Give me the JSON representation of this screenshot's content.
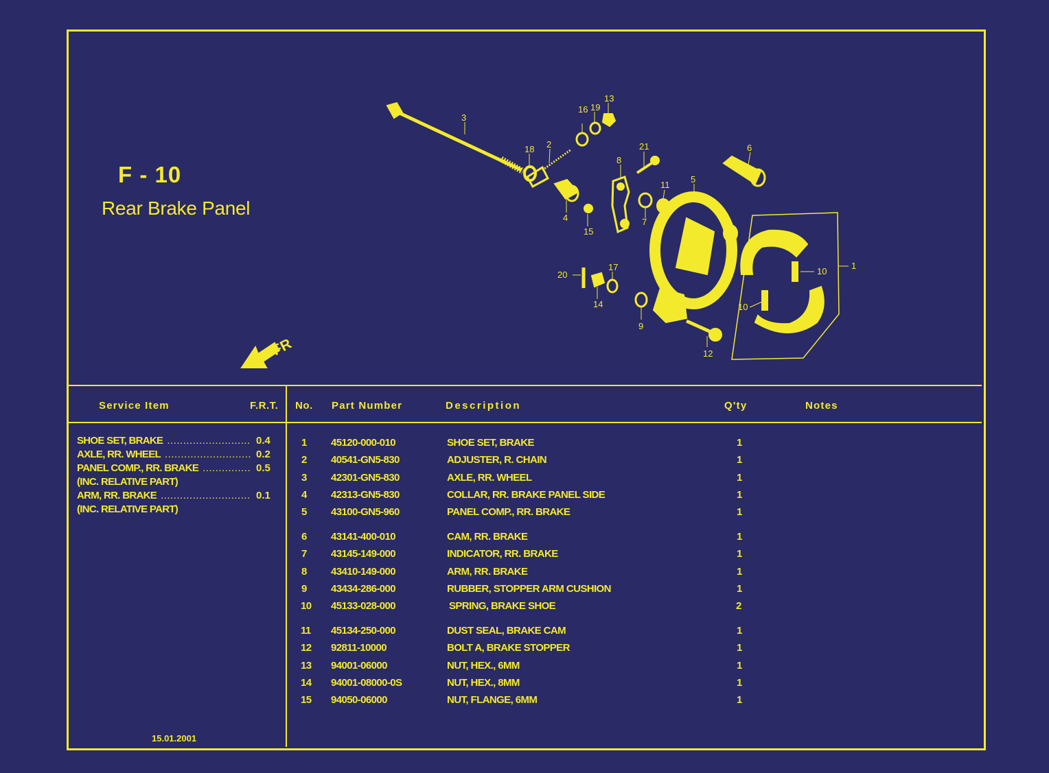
{
  "page": {
    "code": "F - 10",
    "title": "Rear Brake Panel",
    "date": "15.01.2001",
    "fr_label": "FR"
  },
  "colors": {
    "background": "#292a66",
    "ink": "#f4ea2c"
  },
  "diagram_callouts": [
    "1",
    "2",
    "3",
    "4",
    "5",
    "6",
    "7",
    "8",
    "9",
    "10",
    "10",
    "11",
    "12",
    "13",
    "14",
    "15",
    "16",
    "17",
    "18",
    "19",
    "20",
    "21"
  ],
  "headers": {
    "service_item": "Service Item",
    "frt": "F.R.T.",
    "no": "No.",
    "part_number": "Part Number",
    "description": "Description",
    "qty": "Q'ty",
    "notes": "Notes"
  },
  "service_items": [
    {
      "name": "SHOE SET, BRAKE",
      "frt": "0.4"
    },
    {
      "name": "AXLE, RR. WHEEL",
      "frt": "0.2"
    },
    {
      "name": "PANEL COMP., RR. BRAKE",
      "frt": "0.5"
    },
    {
      "name": "(INC. RELATIVE PART)",
      "frt": ""
    },
    {
      "name": "ARM, RR. BRAKE",
      "frt": "0.1"
    },
    {
      "name": "(INC. RELATIVE PART)",
      "frt": ""
    }
  ],
  "parts": [
    {
      "no": "1",
      "part": "45120-000-010",
      "desc": "SHOE SET, BRAKE",
      "qty": "1"
    },
    {
      "no": "2",
      "part": "40541-GN5-830",
      "desc": "ADJUSTER, R. CHAIN",
      "qty": "1"
    },
    {
      "no": "3",
      "part": "42301-GN5-830",
      "desc": "AXLE, RR. WHEEL",
      "qty": "1"
    },
    {
      "no": "4",
      "part": "42313-GN5-830",
      "desc": "COLLAR, RR. BRAKE PANEL SIDE",
      "qty": "1"
    },
    {
      "no": "5",
      "part": "43100-GN5-960",
      "desc": "PANEL COMP., RR. BRAKE",
      "qty": "1"
    },
    {
      "no": "6",
      "part": "43141-400-010",
      "desc": "CAM, RR. BRAKE",
      "qty": "1"
    },
    {
      "no": "7",
      "part": "43145-149-000",
      "desc": "INDICATOR, RR. BRAKE",
      "qty": "1"
    },
    {
      "no": "8",
      "part": "43410-149-000",
      "desc": "ARM, RR. BRAKE",
      "qty": "1"
    },
    {
      "no": "9",
      "part": "43434-286-000",
      "desc": "RUBBER, STOPPER ARM CUSHION",
      "qty": "1"
    },
    {
      "no": "10",
      "part": "45133-028-000",
      "desc": "SPRING, BRAKE SHOE",
      "qty": "2"
    },
    {
      "no": "11",
      "part": "45134-250-000",
      "desc": "DUST SEAL, BRAKE CAM",
      "qty": "1"
    },
    {
      "no": "12",
      "part": "92811-10000",
      "desc": "BOLT A, BRAKE STOPPER",
      "qty": "1"
    },
    {
      "no": "13",
      "part": "94001-06000",
      "desc": "NUT, HEX., 6MM",
      "qty": "1"
    },
    {
      "no": "14",
      "part": "94001-08000-0S",
      "desc": "NUT, HEX., 8MM",
      "qty": "1"
    },
    {
      "no": "15",
      "part": "94050-06000",
      "desc": "NUT, FLANGE, 6MM",
      "qty": "1"
    }
  ]
}
